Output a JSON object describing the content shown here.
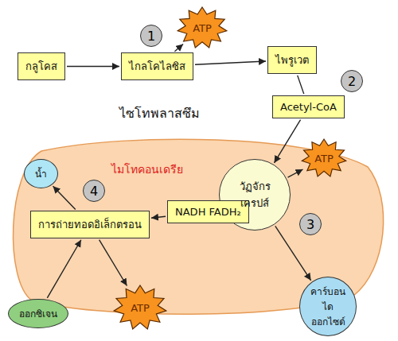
{
  "diagram": {
    "nodes": [
      {
        "text": [
          "กลูโคส"
        ]
      },
      {
        "text": [
          "ไกลโคไลซิส"
        ]
      },
      {
        "text": [
          "ATP"
        ]
      },
      {
        "text": [
          "ไพรูเวต"
        ]
      },
      {
        "text": [
          "Acetyl-CoA"
        ]
      },
      {
        "text": [
          "ไมโทคอนเดรีย"
        ]
      },
      {
        "text": [
          "น้ำ"
        ],
        "in": 5
      },
      {
        "text": [
          "วัฏจักร เครปส์"
        ],
        "in": 5
      },
      {
        "text": [
          "ATP"
        ],
        "in": 5
      },
      {
        "text": [
          "การถ่ายทอดอิเล็กตรอน"
        ],
        "in": 5
      },
      {
        "text": [
          "NADH FADH₂"
        ],
        "in": 5
      },
      {
        "text": [
          "คาร์บอน ไดออกไซด์"
        ]
      },
      {
        "text": [
          "ออกซิเจน"
        ]
      },
      {
        "text": [
          "ATP"
        ]
      }
    ],
    "edges": [
      {
        "from": 0,
        "to": 1,
        "arrow": "to"
      },
      {
        "from": 1,
        "to": 2,
        "arrow": "to"
      },
      {
        "from": 1,
        "to": 3,
        "arrow": "to"
      },
      {
        "from": 3,
        "to": 4,
        "arrow": "none"
      },
      {
        "from": 4,
        "to": 7,
        "arrow": "to"
      },
      {
        "from": 7,
        "to": 8,
        "arrow": "to"
      },
      {
        "from": 7,
        "to": 10,
        "arrow": "to"
      },
      {
        "from": 10,
        "to": 9,
        "arrow": "to"
      },
      {
        "from": 9,
        "to": 6,
        "arrow": "to"
      },
      {
        "from": 12,
        "to": 9,
        "arrow": "to"
      },
      {
        "from": 9,
        "to": 13,
        "arrow": "to"
      },
      {
        "from": 7,
        "to": 11,
        "arrow": "to"
      }
    ],
    "labels": [
      "1",
      "2",
      "ไซโทพลาสซึม",
      "4",
      "3"
    ]
  }
}
